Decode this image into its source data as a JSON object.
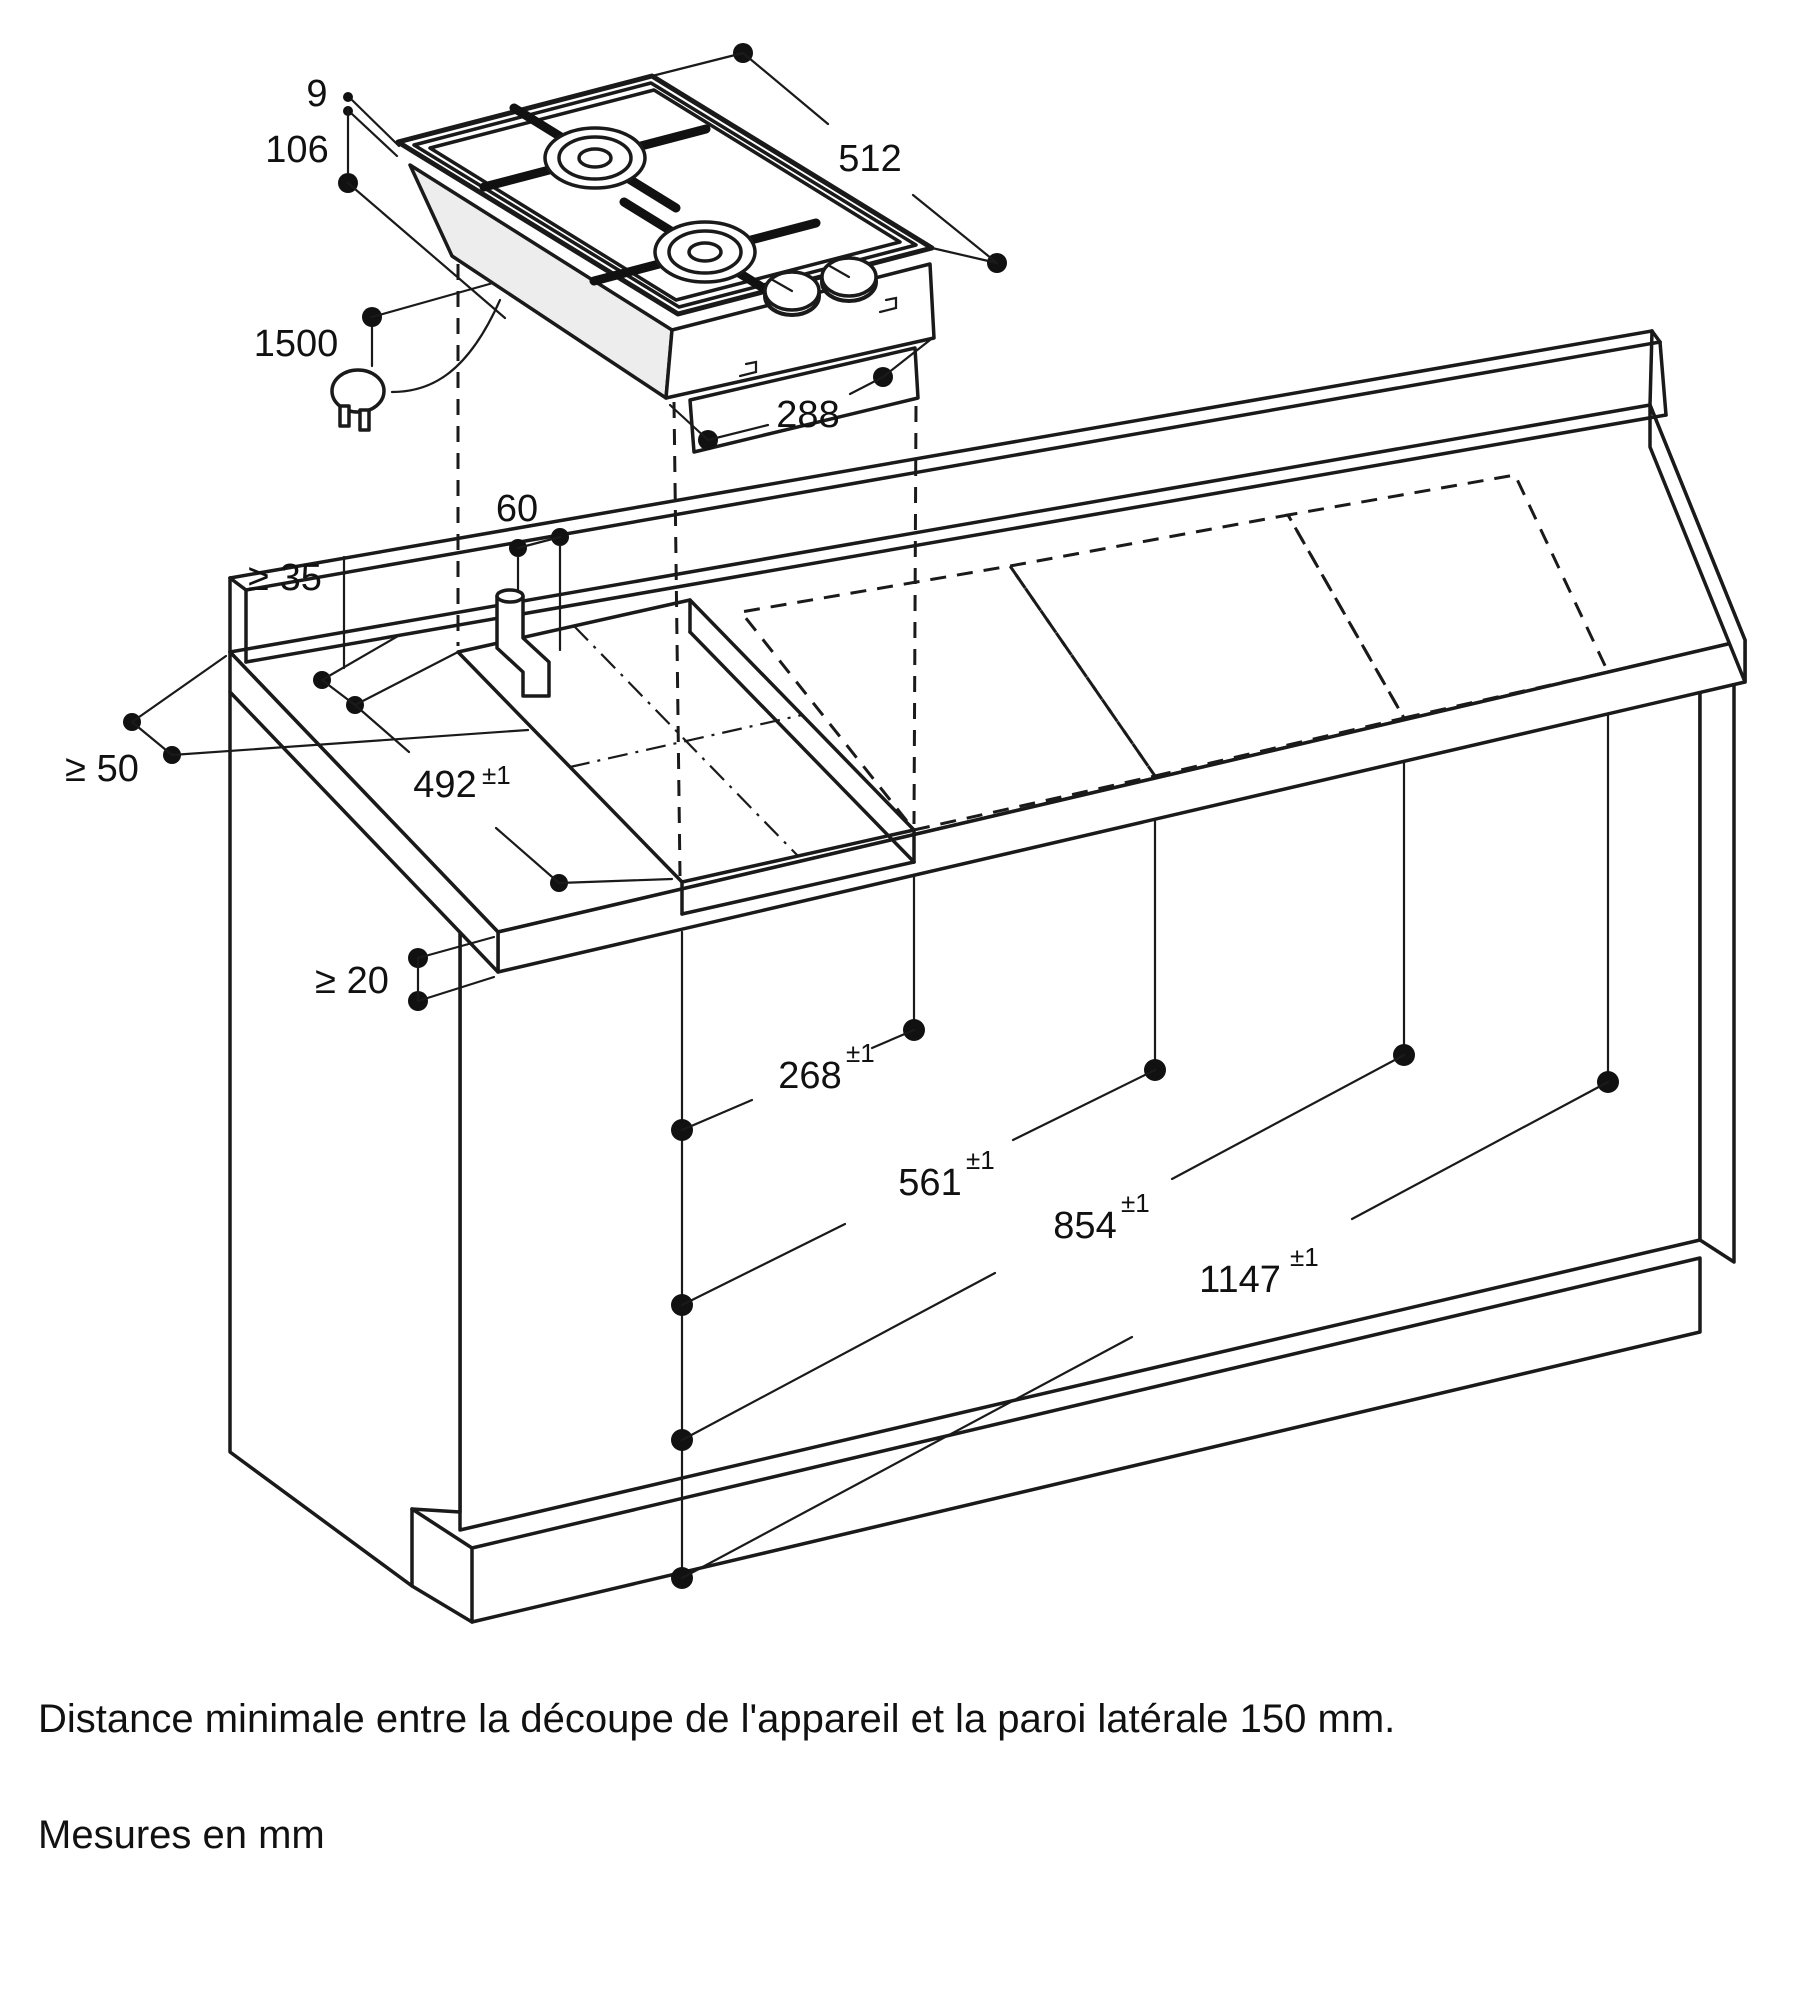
{
  "diagram": {
    "appliance_dims": {
      "rim_height": "9",
      "body_depth": "106",
      "length": "512",
      "cord_length": "1500",
      "width": "288"
    },
    "counter_dims": {
      "pipe_offset": "60",
      "rear_clearance": "≥ 35",
      "side_clearance": "≥ 50",
      "bottom_clearance": "≥ 20",
      "cutout_depth": {
        "value": "492",
        "tol": "±1"
      },
      "positions": [
        {
          "value": "268",
          "tol": "±1"
        },
        {
          "value": "561",
          "tol": "±1"
        },
        {
          "value": "854",
          "tol": "±1"
        },
        {
          "value": "1147",
          "tol": "±1"
        }
      ]
    },
    "notes": {
      "clearance": "Distance minimale entre la découpe de l'appareil et la paroi latérale 150 mm.",
      "units": "Mesures en mm"
    }
  }
}
